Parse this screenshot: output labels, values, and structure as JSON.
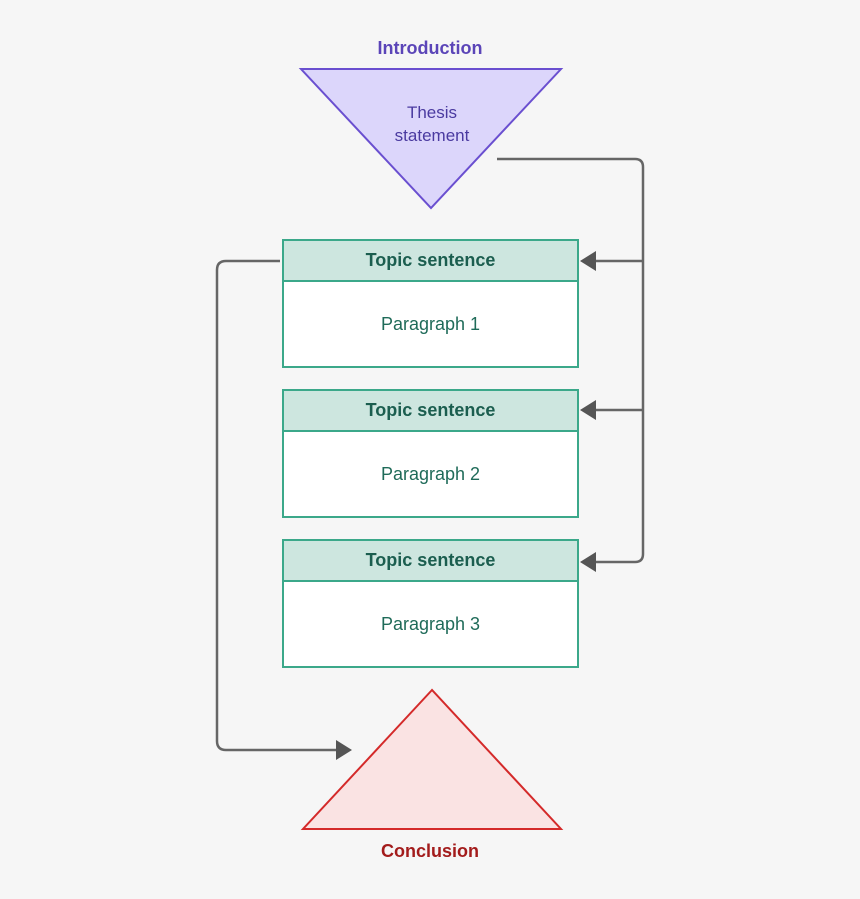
{
  "introduction": {
    "title": "Introduction",
    "thesis_line1": "Thesis",
    "thesis_line2": "statement"
  },
  "paragraphs": [
    {
      "topic": "Topic sentence",
      "body": "Paragraph 1"
    },
    {
      "topic": "Topic sentence",
      "body": "Paragraph 2"
    },
    {
      "topic": "Topic sentence",
      "body": "Paragraph 3"
    }
  ],
  "conclusion": {
    "title": "Conclusion"
  },
  "colors": {
    "intro_fill": "#dcd6fb",
    "intro_stroke": "#6a4fd0",
    "para_stroke": "#3ba88a",
    "para_header_fill": "#cde6df",
    "conclusion_fill": "#fae3e3",
    "conclusion_stroke": "#d42a2a",
    "connector": "#666666"
  }
}
